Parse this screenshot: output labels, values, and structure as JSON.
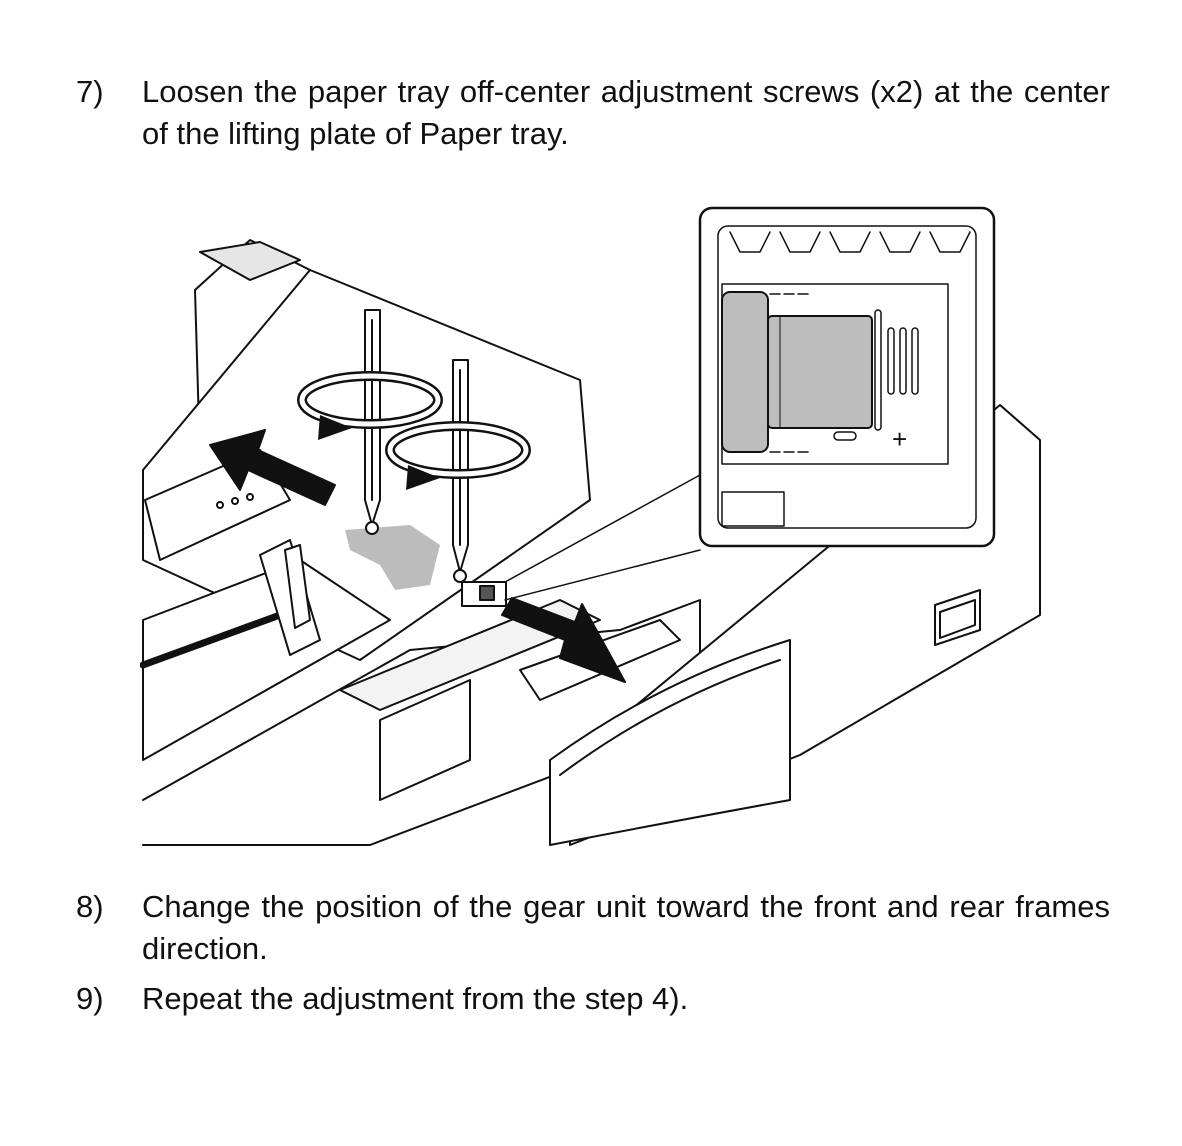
{
  "steps": [
    {
      "number": "7)",
      "text": "Loosen the paper tray off-center adjustment screws (x2) at the center of the lifting plate of Paper tray."
    },
    {
      "number": "8)",
      "text": "Change the position of the gear unit toward the front and rear frames direction."
    },
    {
      "number": "9)",
      "text": "Repeat the adjustment from the step 4)."
    }
  ],
  "figure": {
    "zoom_label_plus": "+"
  }
}
